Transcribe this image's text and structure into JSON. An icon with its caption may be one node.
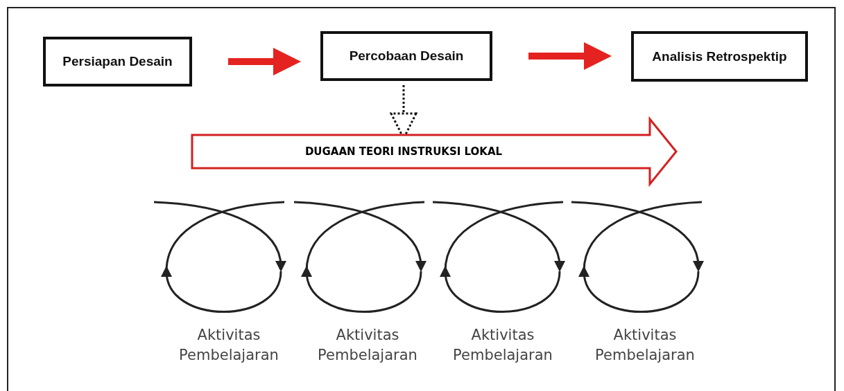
{
  "diagram": {
    "nodes": [
      {
        "text": [
          "Persiapan Desain"
        ]
      },
      {
        "text": [
          "Percobaan Desain"
        ]
      },
      {
        "text": [
          "Analisis Retrospektip"
        ]
      },
      {
        "text": [
          "DUGAAN TEORI INSTRUKSI LOKAL"
        ]
      },
      {
        "text": [
          "Aktivitas Pembelajaran"
        ]
      },
      {
        "text": [
          "Aktivitas Pembelajaran"
        ]
      },
      {
        "text": [
          "Aktivitas Pembelajaran"
        ]
      },
      {
        "text": [
          "Aktivitas Pembelajaran"
        ]
      }
    ],
    "edges": [
      {
        "from": 0,
        "to": 1,
        "arrow": "to"
      },
      {
        "from": 1,
        "to": 2,
        "arrow": "to"
      },
      {
        "from": 1,
        "to": 3,
        "arrow": "to",
        "style": "dashed",
        "color": "#111111"
      }
    ]
  }
}
